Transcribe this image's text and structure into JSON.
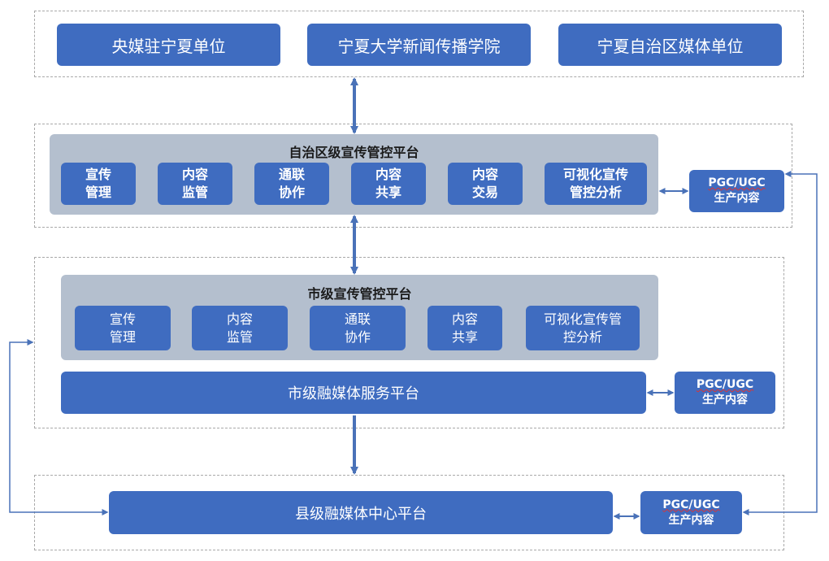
{
  "colors": {
    "box": "#3f6cc0",
    "panel": "#b4bfce",
    "arrow": "#4a72b8"
  },
  "top_units": [
    "央媒驻宁夏单位",
    "宁夏大学新闻传播学院",
    "宁夏自治区媒体单位"
  ],
  "region": {
    "title": "自治区级宣传管控平台",
    "modules": [
      "宣传\n管理",
      "内容\n监管",
      "通联\n协作",
      "内容\n共享",
      "内容\n交易",
      "可视化宣传\n管控分析"
    ],
    "pgc_line1": "PGC/UGC",
    "pgc_line2": "生产内容"
  },
  "city": {
    "title": "市级宣传管控平台",
    "modules": [
      "宣传\n管理",
      "内容\n监管",
      "通联\n协作",
      "内容\n共享",
      "可视化宣传管\n控分析"
    ],
    "service_platform": "市级融媒体服务平台",
    "pgc_line1": "PGC/UGC",
    "pgc_line2": "生产内容"
  },
  "county": {
    "platform": "县级融媒体中心平台",
    "pgc_line1": "PGC/UGC",
    "pgc_line2": "生产内容"
  }
}
